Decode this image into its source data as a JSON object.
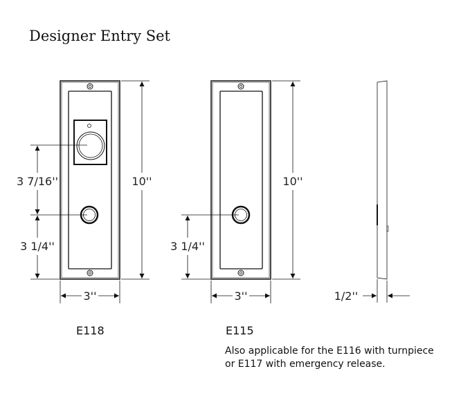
{
  "title": "Designer Entry Set",
  "drawings": {
    "e118": {
      "model": "E118",
      "height": "10''",
      "width": "3''",
      "dim_upper": "3 7/16''",
      "dim_lower": "3 1/4''"
    },
    "e115": {
      "model": "E115",
      "height": "10''",
      "width": "3''",
      "dim_lower": "3 1/4''"
    },
    "side": {
      "depth": "1/2''"
    }
  },
  "note": {
    "line1": "Also applicable for the E116 with turnpiece",
    "line2": "or E117 with emergency release."
  }
}
